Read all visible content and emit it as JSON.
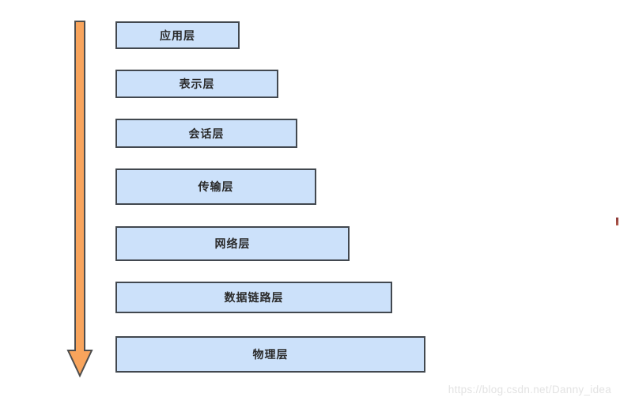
{
  "diagram": {
    "layers": [
      {
        "label": "应用层"
      },
      {
        "label": "表示层"
      },
      {
        "label": "会话层"
      },
      {
        "label": "传输层"
      },
      {
        "label": "网络层"
      },
      {
        "label": "数据链路层"
      },
      {
        "label": "物理层"
      }
    ],
    "arrow": {
      "direction": "down"
    },
    "colors": {
      "box_fill": "#cce1fa",
      "box_border": "#42484f",
      "arrow_fill": "#f8a45c",
      "arrow_border": "#4d4d4d",
      "text": "#2b2b2b",
      "watermark": "#e3e3e3"
    }
  },
  "watermark": {
    "text": "https://blog.csdn.net/Danny_idea"
  }
}
